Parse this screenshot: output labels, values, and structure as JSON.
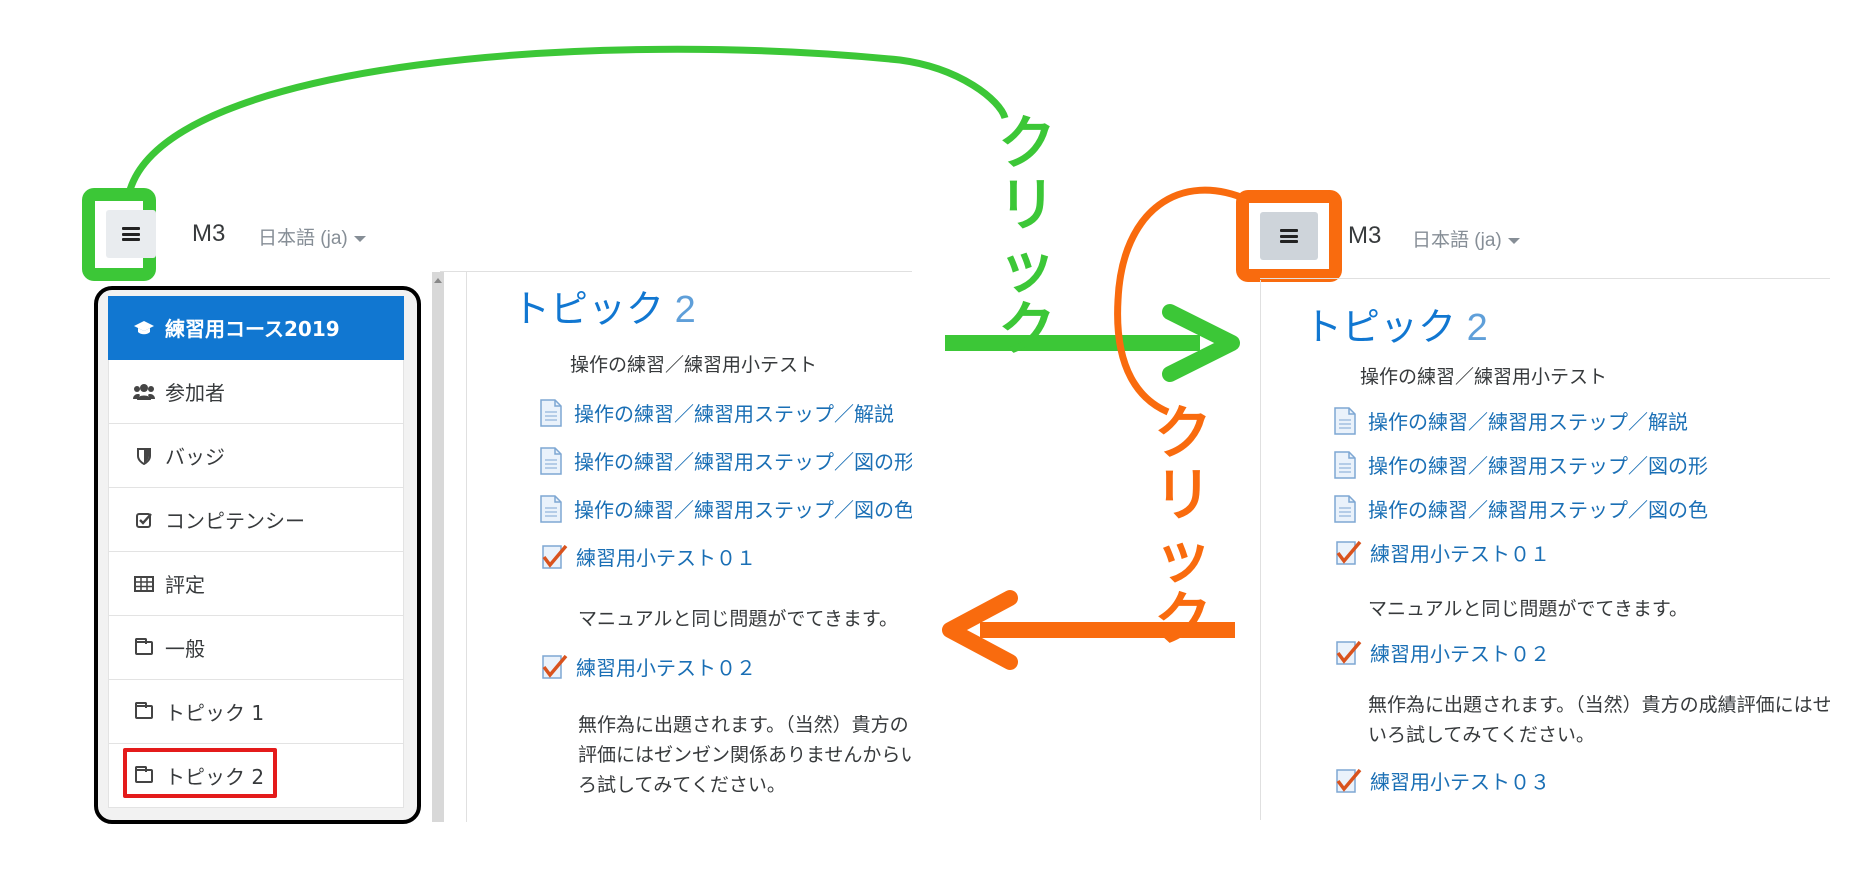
{
  "header": {
    "site_name": "M3",
    "language": "日本語 (ja)"
  },
  "drawer": {
    "items": [
      {
        "label": "練習用コース2019",
        "icon": "graduation-cap-icon"
      },
      {
        "label": "参加者",
        "icon": "users-icon"
      },
      {
        "label": "バッジ",
        "icon": "shield-icon"
      },
      {
        "label": "コンピテンシー",
        "icon": "checkbox-icon"
      },
      {
        "label": "評定",
        "icon": "table-icon"
      },
      {
        "label": "一般",
        "icon": "folder-icon"
      },
      {
        "label": "トピック 1",
        "icon": "folder-icon"
      },
      {
        "label": "トピック 2",
        "icon": "folder-icon"
      }
    ]
  },
  "content_left": {
    "topic_title": "トピック",
    "topic_num": "2",
    "subtitle": "操作の練習／練習用小テスト",
    "links": [
      {
        "label": "操作の練習／練習用ステップ／解説",
        "icon": "page-icon"
      },
      {
        "label": "操作の練習／練習用ステップ／図の形",
        "icon": "page-icon"
      },
      {
        "label": "操作の練習／練習用ステップ／図の色",
        "icon": "page-icon"
      },
      {
        "label": "練習用小テスト０１",
        "icon": "quiz-icon"
      }
    ],
    "desc1": "マニュアルと同じ問題がでてきます。",
    "quiz2": "練習用小テスト０２",
    "desc2_lines": [
      "無作為に出題されます。（当然）貴方の",
      "評価にはゼンゼン関係ありませんからい",
      "ろ試してみてください。"
    ]
  },
  "content_right": {
    "topic_title": "トピック",
    "topic_num": "2",
    "subtitle": "操作の練習／練習用小テスト",
    "links": [
      {
        "label": "操作の練習／練習用ステップ／解説",
        "icon": "page-icon"
      },
      {
        "label": "操作の練習／練習用ステップ／図の形",
        "icon": "page-icon"
      },
      {
        "label": "操作の練習／練習用ステップ／図の色",
        "icon": "page-icon"
      },
      {
        "label": "練習用小テスト０１",
        "icon": "quiz-icon"
      }
    ],
    "desc1": "マニュアルと同じ問題がでてきます。",
    "quiz2": "練習用小テスト０２",
    "desc2_lines": [
      "無作為に出題されます。（当然）貴方の成績評価にはせ",
      "いろ試してみてください。"
    ],
    "quiz3": "練習用小テスト０３"
  },
  "annotations": {
    "green_label_chars": [
      "ク",
      "リ",
      "ッ",
      "ク"
    ],
    "orange_label_chars": [
      "ク",
      "リ",
      "ッ",
      "ク"
    ],
    "green_color": "#3cc737",
    "orange_color": "#f96b0e",
    "highlight_red": "#e41b1b"
  }
}
